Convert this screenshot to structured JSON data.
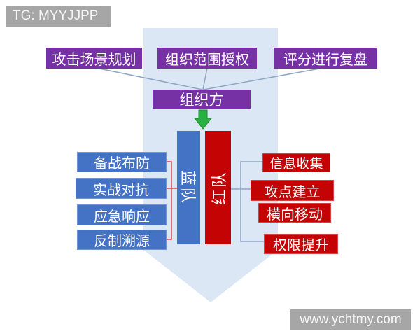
{
  "watermark_top": "TG: MYYJJPP",
  "watermark_bottom": "www.ychtmy.com",
  "top_boxes": [
    {
      "label": "攻击场景规划"
    },
    {
      "label": "组织范围授权"
    },
    {
      "label": "评分进行复盘"
    }
  ],
  "organizer": {
    "label": "组织方"
  },
  "blue_team": {
    "name": "蓝队",
    "phases": [
      "备战布防",
      "实战对抗",
      "应急响应",
      "反制溯源"
    ]
  },
  "red_team": {
    "name": "红队",
    "phases": [
      "信息收集",
      "攻点建立",
      "横向移动",
      "权限提升"
    ]
  },
  "colors": {
    "purple": "#7631a5",
    "blue": "#4472c4",
    "red": "#c40404",
    "light_blue_arrow": "#dce7f5",
    "green_arrow": "#29b043",
    "connector_red": "#e04545",
    "connector_blue": "#8fa6c5",
    "gray_label": "#a6a6a6"
  }
}
